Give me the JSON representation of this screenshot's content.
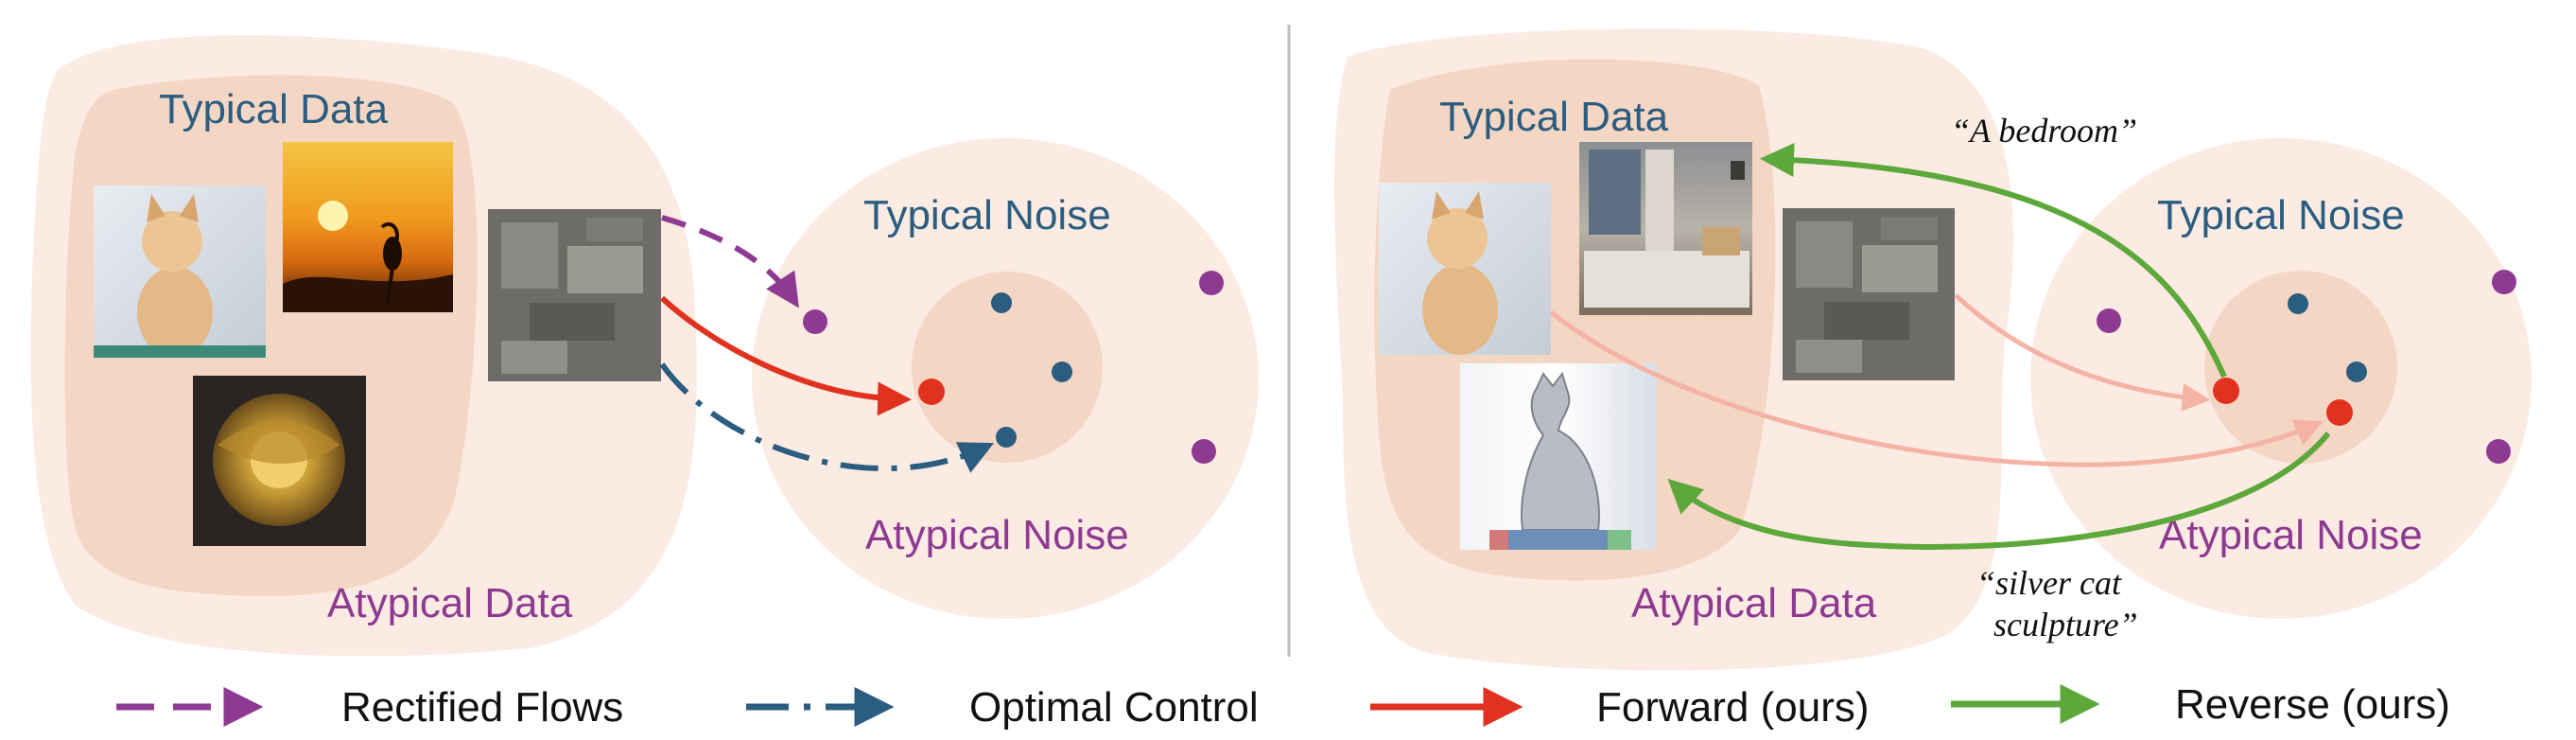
{
  "left_panel": {
    "typical_data_label": "Typical Data",
    "atypical_data_label": "Atypical Data",
    "typical_noise_label": "Typical Noise",
    "atypical_noise_label": "Atypical Noise"
  },
  "right_panel": {
    "typical_data_label": "Typical Data",
    "atypical_data_label": "Atypical Data",
    "typical_noise_label": "Typical Noise",
    "atypical_noise_label": "Atypical Noise",
    "prompt_top": "“A bedroom”",
    "prompt_bottom_line1": "“silver cat",
    "prompt_bottom_line2": "sculpture”"
  },
  "images": [
    "cat-photo",
    "sunset-heron-painting",
    "gold-flower-sculpture",
    "abstract-noise-image",
    "bedroom-photo",
    "silver-cat-sculpture"
  ],
  "legend": {
    "rectified_flows": "Rectified Flows",
    "optimal_control": "Optimal Control",
    "forward": "Forward (ours)",
    "reverse": "Reverse (ours)"
  },
  "colors": {
    "purple": "#8e3a92",
    "blue": "#2b5d80",
    "red": "#e0321f",
    "green": "#5da83a",
    "pink_light": "#f4b3a5",
    "blob_outer": "#fbebe3",
    "blob_inner": "#f4d6c5"
  }
}
